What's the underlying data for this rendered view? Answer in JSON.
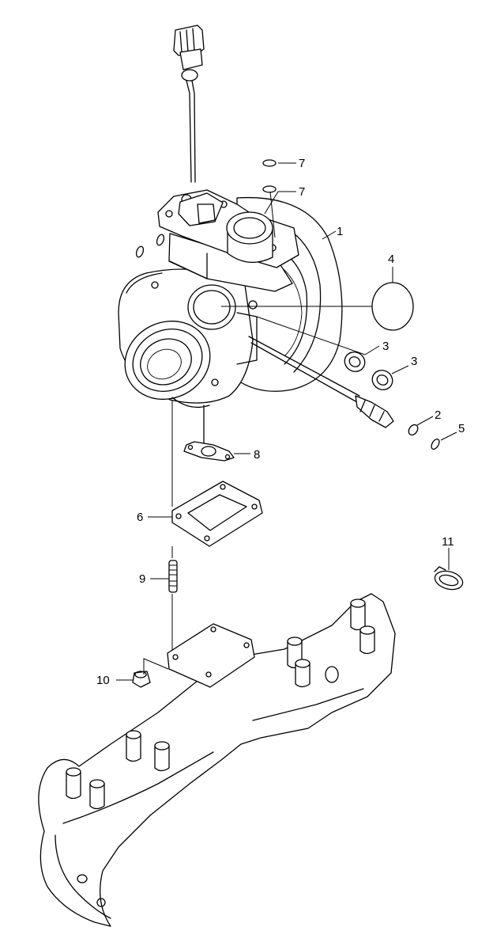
{
  "diagram": {
    "callouts": [
      {
        "id": "c1",
        "number": "1"
      },
      {
        "id": "c2",
        "number": "2"
      },
      {
        "id": "c3a",
        "number": "3"
      },
      {
        "id": "c3b",
        "number": "3"
      },
      {
        "id": "c4",
        "number": "4"
      },
      {
        "id": "c5",
        "number": "5"
      },
      {
        "id": "c6",
        "number": "6"
      },
      {
        "id": "c7a",
        "number": "7"
      },
      {
        "id": "c7b",
        "number": "7"
      },
      {
        "id": "c8",
        "number": "8"
      },
      {
        "id": "c9",
        "number": "9"
      },
      {
        "id": "c10",
        "number": "10"
      },
      {
        "id": "c11",
        "number": "11"
      }
    ]
  }
}
